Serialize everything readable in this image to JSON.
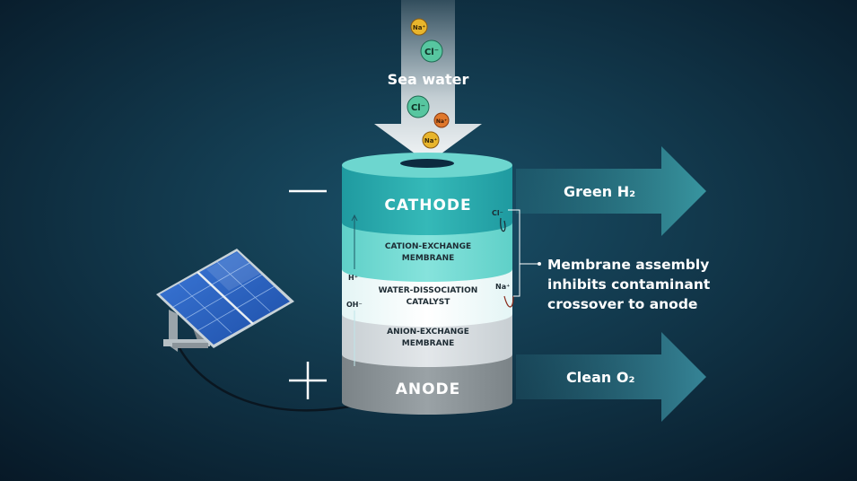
{
  "colors": {
    "background_center": "#174a63",
    "background_edge": "#081a2a",
    "teal_dark": "#27a6a8",
    "teal_light": "#6dd6cf",
    "teal_pale": "#b9eeea",
    "white_band": "#f3fbfb",
    "grey_light": "#d8dde0",
    "grey_dark": "#8c9498",
    "arrow_teal": "#2f8f98",
    "na_ion": "#e8b52c",
    "na_ion_orange": "#e0782c",
    "cl_ion": "#57c6a0",
    "text_light": "#ffffff",
    "text_dark": "#1d2b33"
  },
  "input": {
    "label": "Sea water"
  },
  "ions": {
    "na": "Na⁺",
    "cl": "Cl⁻",
    "h": "H⁺",
    "oh": "OH⁻",
    "cl_small": "Cl⁻",
    "na_small": "Na⁺"
  },
  "layers": {
    "cathode": "CATHODE",
    "cem_line1": "CATION-EXCHANGE",
    "cem_line2": "MEMBRANE",
    "wdc_line1": "WATER-DISSOCIATION",
    "wdc_line2": "CATALYST",
    "aem_line1": "ANION-EXCHANGE",
    "aem_line2": "MEMBRANE",
    "anode": "ANODE"
  },
  "electrodes": {
    "negative": "—",
    "positive": "+"
  },
  "outputs": {
    "hydrogen": "Green H₂",
    "oxygen": "Clean O₂"
  },
  "callout": {
    "line1": "Membrane assembly",
    "line2": "inhibits contaminant",
    "line3": "crossover to anode"
  },
  "icons": {
    "solar_panel": "solar-panel-icon"
  }
}
